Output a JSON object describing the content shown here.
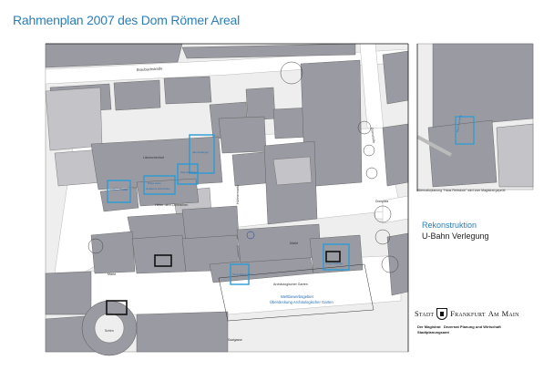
{
  "title": "Rahmenplan 2007 des Dom Römer Areal",
  "legend": {
    "reconstruction": "Rekonstruktion",
    "subway": "U-Bahn Verlegung",
    "reconstruction_color": "#2a9bd6",
    "subway_color": "#111111"
  },
  "inset_caption": "Alternativplanung \"Haus Rebstock\" wird vom Magistrat geprüft",
  "logo": {
    "stadt": "Stadt",
    "frankfurt": "Frankfurt",
    "am": "Am",
    "main": "Main"
  },
  "department": {
    "line1_a": "Der Magistrat",
    "line1_b": "Dezernat Planung und Wirtschaft",
    "line2": "Stadtplanungsamt"
  },
  "map_labels": {
    "braubachstrasse": "Braubachstraße",
    "domstrasse": "Domstraße",
    "hinter_dem_laemmchen": "Hinter dem Lämmchen",
    "markt": "Markt",
    "markt2": "Markt",
    "huehnermarkt": "Hühnermarkt",
    "laemmchen_hof": "Lämmchenhof",
    "archaeologischer_garten": "Archäologischer Garten",
    "wettbewerb1": "Wettbewerbsgebiet",
    "wettbewerb2": "Überdeckung Archäologischer Garten",
    "domplatz": "Domplatz",
    "saalgasse": "Saalgasse",
    "schirn": "Schirn",
    "box_goldene_waage": "Goldene Waage",
    "box_rotes_haus": "Rotes Haus",
    "box_haus_esslinger": "Haus Esslinger",
    "box_alter_esslinger": "Alter Esslinger",
    "box_goldenes_laemmchen": "Goldenes Lämmchen",
    "box_neues_rotes_haus": "Neues Rotes Haus",
    "box_junger_esslinger": "Junger Esslinger",
    "box_klein_nuernberg": "Klein Nürnberg"
  },
  "colors": {
    "building": "#9a9ba2",
    "building_light": "#c4c4c8",
    "street": "#dedede",
    "line": "#555555",
    "accent": "#2a9bd6"
  }
}
